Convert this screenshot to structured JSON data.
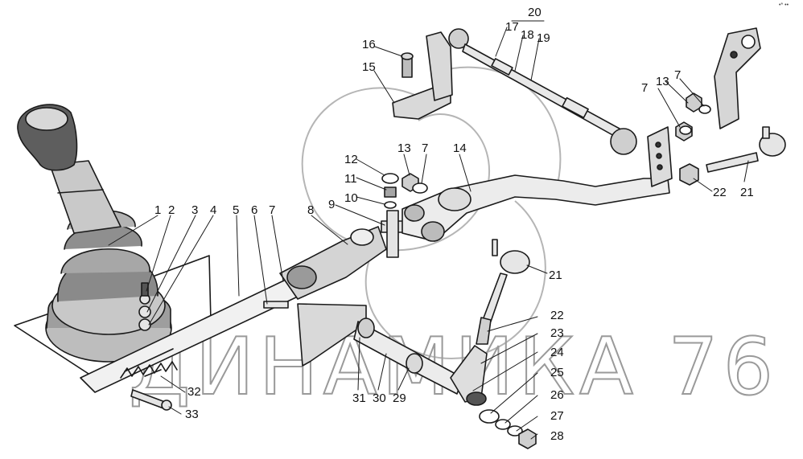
{
  "watermark": "ДИНАМИКА 76",
  "corner_mark": "•* ••",
  "callouts": [
    "1",
    "2",
    "3",
    "4",
    "5",
    "6",
    "7",
    "8",
    "9",
    "10",
    "11",
    "12",
    "13",
    "13",
    "13",
    "14",
    "15",
    "16",
    "17",
    "18",
    "19",
    "20",
    "21",
    "21",
    "22",
    "22",
    "23",
    "24",
    "25",
    "26",
    "27",
    "28",
    "29",
    "30",
    "31",
    "32",
    "33",
    "7",
    "7",
    "7"
  ]
}
